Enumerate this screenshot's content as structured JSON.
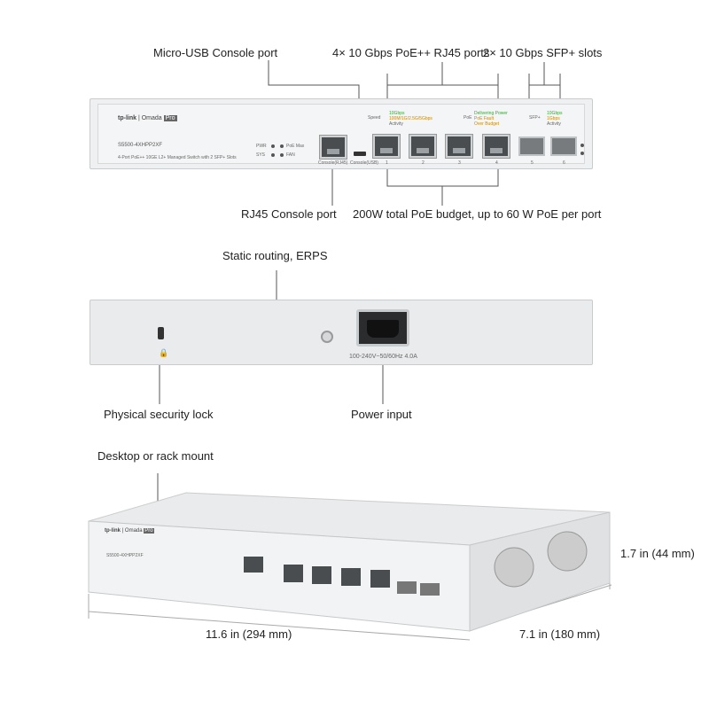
{
  "callouts": {
    "micro_usb": "Micro-USB Console port",
    "rj45_ports": "4× 10 Gbps PoE++ RJ45 ports",
    "sfp_slots": "2× 10 Gbps SFP+ slots",
    "rj45_console": "RJ45 Console port",
    "poe_budget": "200W total PoE budget, up to 60 W PoE per port",
    "static_routing": "Static routing, ERPS",
    "security_lock": "Physical security lock",
    "power_input": "Power input",
    "mount": "Desktop or rack mount",
    "height": "1.7 in (44 mm)",
    "width": "11.6 in (294 mm)",
    "depth": "7.1 in (180 mm)"
  },
  "device": {
    "brand": "tp-link",
    "product_line": "Omada",
    "badge": "Pro",
    "model": "S5500-4XHPP2XF",
    "description": "4-Port PoE++ 10GE L2+ Managed Switch with 2 SFP+ Slots",
    "leds": [
      "PWR",
      "PoE Max",
      "SYS",
      "FAN"
    ],
    "console_rj45": "Console(RJ45)",
    "console_usb": "Console(USB)",
    "speed_label": "Speed",
    "speed_legend": [
      "10Gbps",
      "100M/1G/2.5G/5Gbps",
      "Activity"
    ],
    "poe_label": "PoE",
    "poe_legend": [
      "Delivering Power",
      "PoE Fault",
      "Over Budget"
    ],
    "sfp_label": "SFP+",
    "sfp_legend": [
      "10Gbps",
      "1Gbps",
      "Activity"
    ],
    "port_numbers": [
      "1",
      "2",
      "3",
      "4",
      "5",
      "6"
    ],
    "power_rating": "100-240V~50/60Hz 4.0A"
  }
}
